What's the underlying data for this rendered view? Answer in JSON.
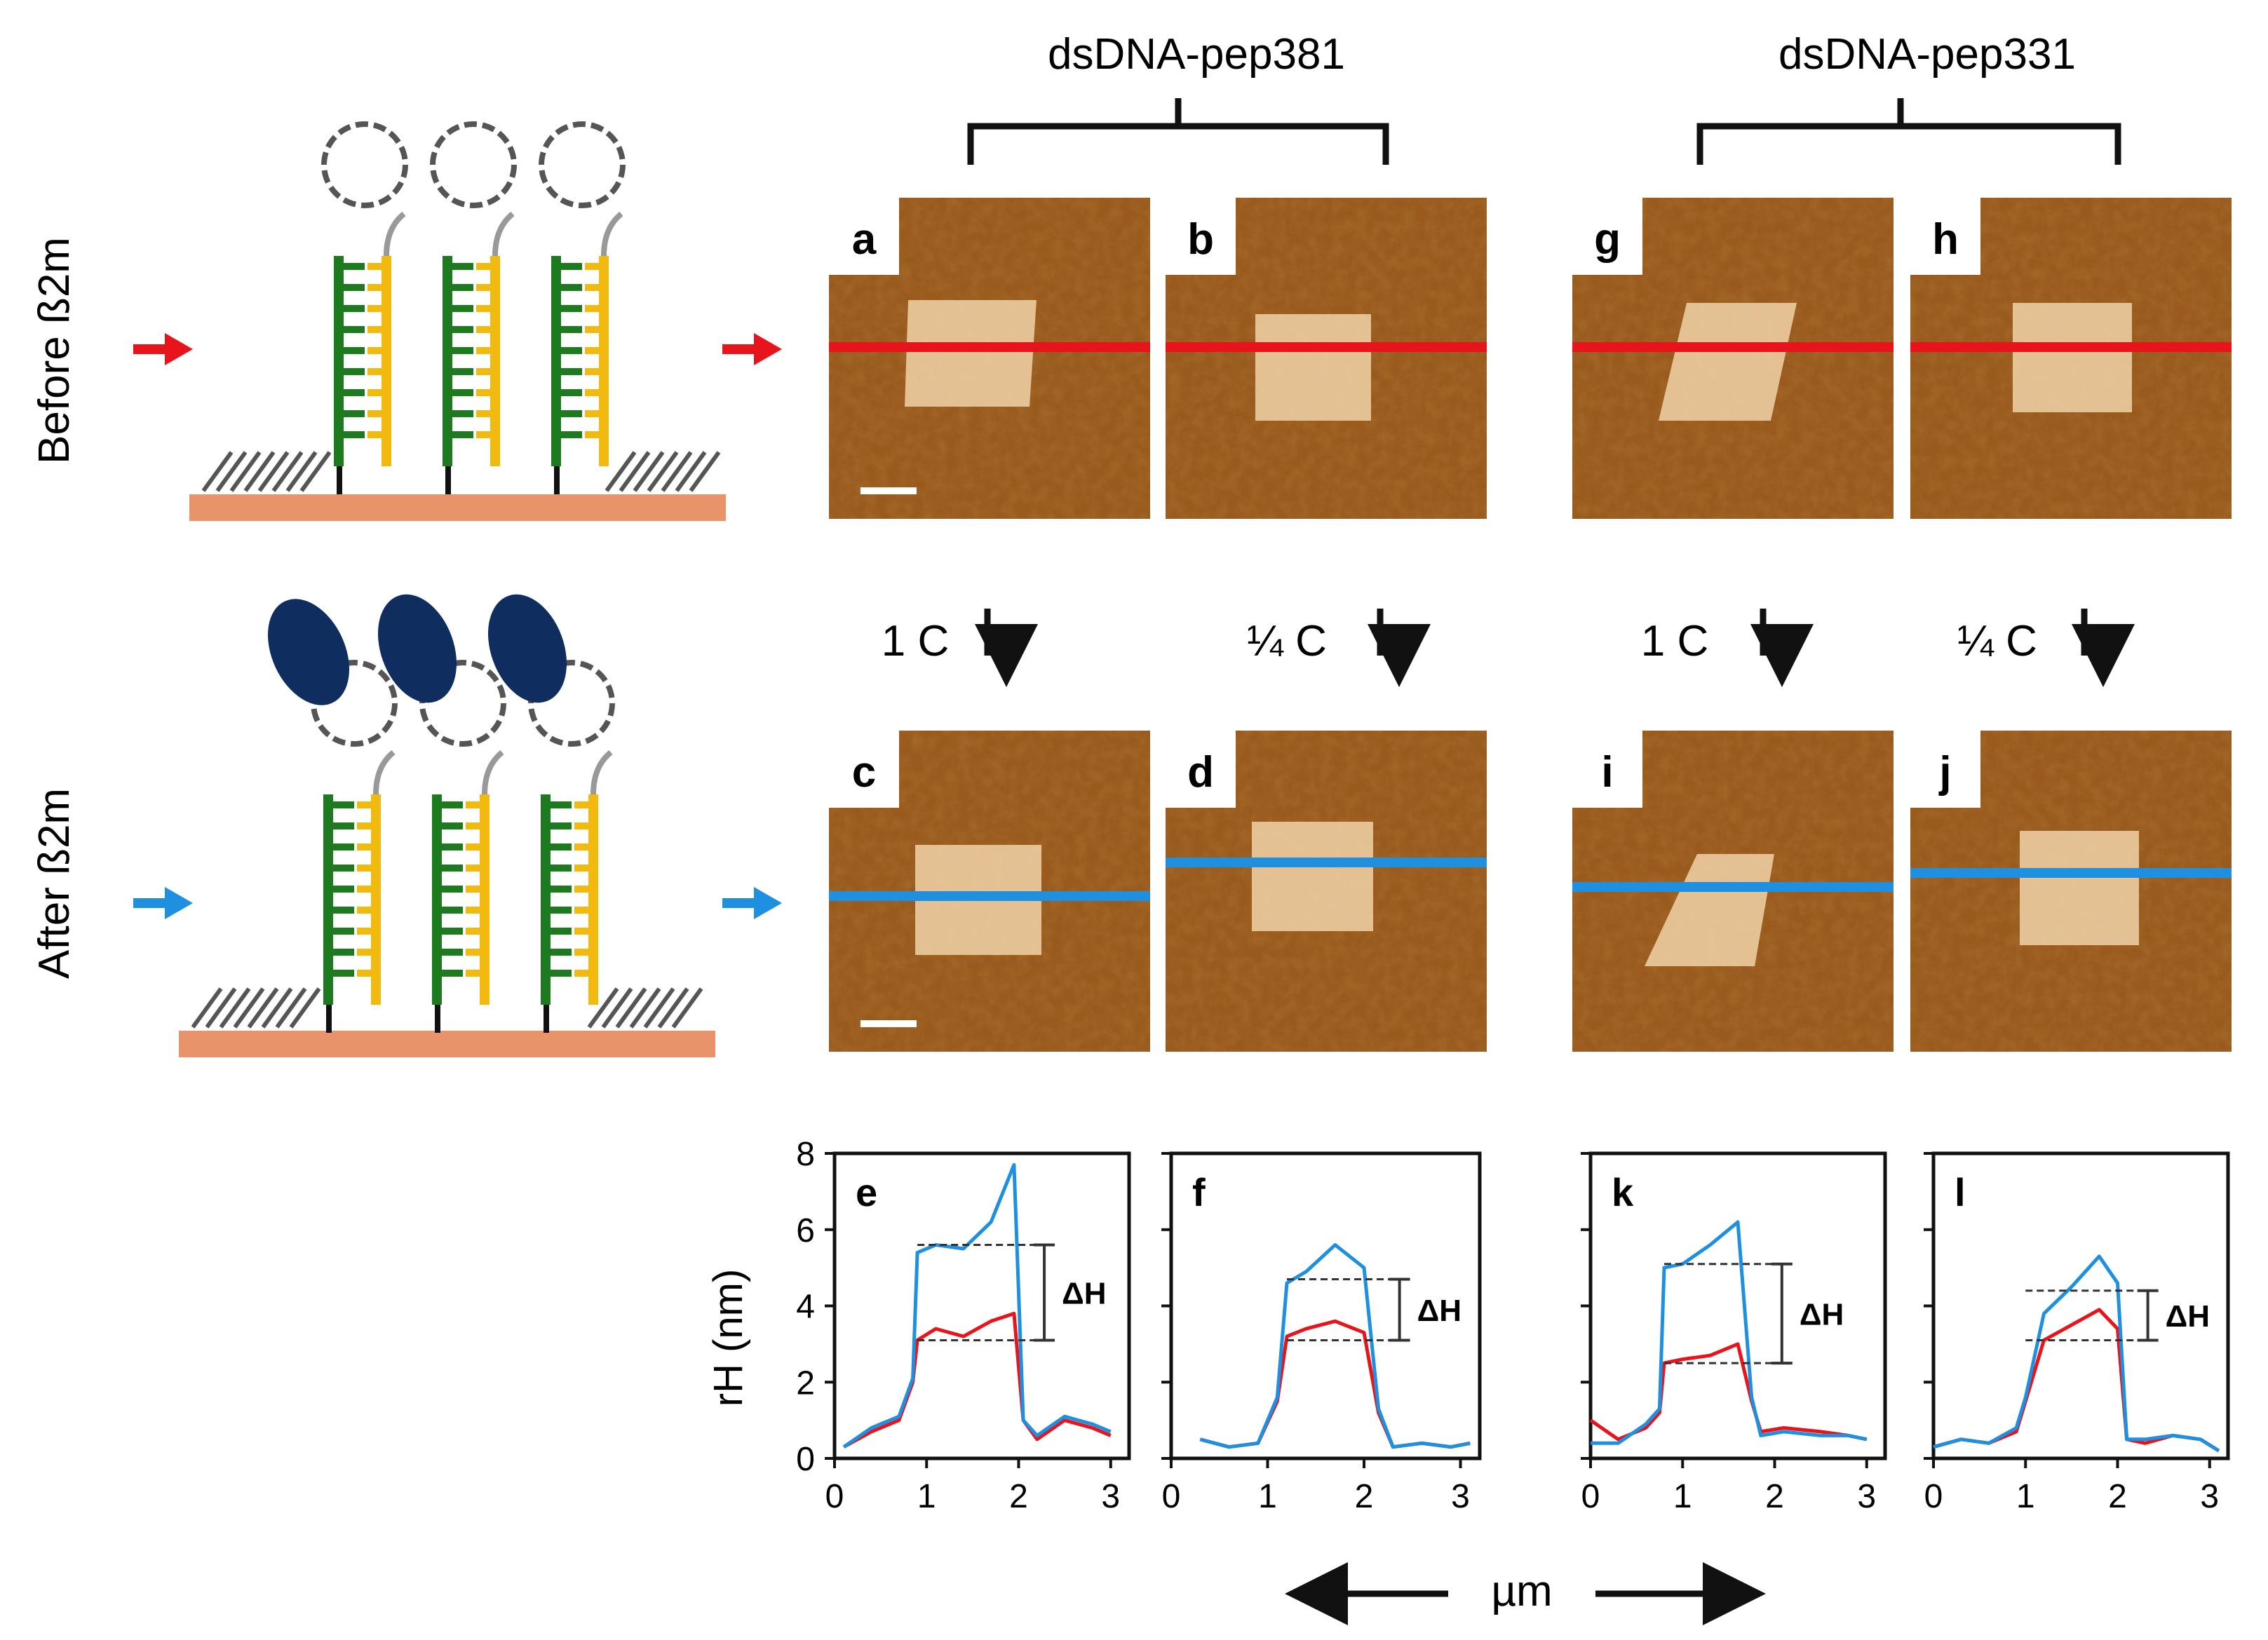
{
  "groups": [
    {
      "id": "pep381",
      "label": "dsDNA-pep381"
    },
    {
      "id": "pep331",
      "label": "dsDNA-pep331"
    }
  ],
  "row_labels": {
    "before": "Before ß2m",
    "after": "After ß2m"
  },
  "colors": {
    "before_line": "#e8141b",
    "after_line": "#1f8fe0",
    "surface": "#e8936a",
    "dna_green": "#1e7a1e",
    "dna_yellow": "#f2b90f",
    "protein": "#0f2d5e",
    "afm_bg": "#9a5a1e",
    "afm_patch": "#f1d2a8"
  },
  "afm_panels": [
    {
      "letter": "a",
      "row": "before",
      "scalebar": true
    },
    {
      "letter": "b",
      "row": "before",
      "scalebar": false
    },
    {
      "letter": "g",
      "row": "before",
      "scalebar": false
    },
    {
      "letter": "h",
      "row": "before",
      "scalebar": false
    },
    {
      "letter": "c",
      "row": "after",
      "scalebar": true
    },
    {
      "letter": "d",
      "row": "after",
      "scalebar": false
    },
    {
      "letter": "i",
      "row": "after",
      "scalebar": false
    },
    {
      "letter": "j",
      "row": "after",
      "scalebar": false
    }
  ],
  "concentrations": [
    "1 C",
    "¼ C",
    "1 C",
    "¼ C"
  ],
  "chart_data": [
    {
      "type": "line",
      "panel": "e",
      "xlim": [
        0,
        3.2
      ],
      "ylim": [
        0,
        8
      ],
      "xticks": [
        0,
        1,
        2,
        3
      ],
      "yticks": [
        0,
        2,
        4,
        6,
        8
      ],
      "ylabel": "rH (nm)",
      "annotation": "ΔH",
      "delta_levels": [
        3.1,
        5.6
      ],
      "series": [
        {
          "color": "red",
          "x": [
            0.1,
            0.4,
            0.7,
            0.85,
            0.9,
            1.1,
            1.4,
            1.7,
            1.95,
            2.05,
            2.2,
            2.5,
            2.8,
            3.0
          ],
          "y": [
            0.3,
            0.7,
            1.0,
            2.0,
            3.1,
            3.4,
            3.2,
            3.6,
            3.8,
            1.0,
            0.5,
            1.0,
            0.8,
            0.6
          ]
        },
        {
          "color": "blue",
          "x": [
            0.1,
            0.4,
            0.7,
            0.85,
            0.9,
            1.1,
            1.4,
            1.7,
            1.95,
            2.05,
            2.2,
            2.5,
            2.8,
            3.0
          ],
          "y": [
            0.3,
            0.8,
            1.1,
            2.1,
            5.4,
            5.6,
            5.5,
            6.2,
            7.7,
            1.0,
            0.6,
            1.1,
            0.9,
            0.7
          ]
        }
      ]
    },
    {
      "type": "line",
      "panel": "f",
      "xlim": [
        0,
        3.2
      ],
      "ylim": [
        0,
        8
      ],
      "xticks": [
        0,
        1,
        2,
        3
      ],
      "yticks": [
        0,
        2,
        4,
        6,
        8
      ],
      "annotation": "ΔH",
      "delta_levels": [
        3.1,
        4.7
      ],
      "series": [
        {
          "color": "red",
          "x": [
            0.3,
            0.6,
            0.9,
            1.1,
            1.2,
            1.4,
            1.7,
            2.0,
            2.15,
            2.3,
            2.6,
            2.9,
            3.1
          ],
          "y": [
            0.5,
            0.3,
            0.4,
            1.5,
            3.2,
            3.4,
            3.6,
            3.3,
            1.2,
            0.3,
            0.4,
            0.3,
            0.4
          ]
        },
        {
          "color": "blue",
          "x": [
            0.3,
            0.6,
            0.9,
            1.1,
            1.2,
            1.4,
            1.7,
            2.0,
            2.15,
            2.3,
            2.6,
            2.9,
            3.1
          ],
          "y": [
            0.5,
            0.3,
            0.4,
            1.6,
            4.6,
            4.9,
            5.6,
            5.0,
            1.3,
            0.3,
            0.4,
            0.3,
            0.4
          ]
        }
      ]
    },
    {
      "type": "line",
      "panel": "k",
      "xlim": [
        0,
        3.2
      ],
      "ylim": [
        0,
        8
      ],
      "xticks": [
        0,
        1,
        2,
        3
      ],
      "yticks": [
        0,
        2,
        4,
        6,
        8
      ],
      "annotation": "ΔH",
      "delta_levels": [
        2.5,
        5.1
      ],
      "series": [
        {
          "color": "red",
          "x": [
            0.0,
            0.3,
            0.6,
            0.75,
            0.8,
            1.0,
            1.3,
            1.6,
            1.75,
            1.85,
            2.1,
            2.5,
            2.8,
            3.0
          ],
          "y": [
            1.0,
            0.5,
            0.8,
            1.2,
            2.5,
            2.6,
            2.7,
            3.0,
            1.5,
            0.7,
            0.8,
            0.7,
            0.6,
            0.5
          ]
        },
        {
          "color": "blue",
          "x": [
            0.0,
            0.3,
            0.6,
            0.75,
            0.8,
            1.0,
            1.3,
            1.6,
            1.75,
            1.85,
            2.1,
            2.5,
            2.8,
            3.0
          ],
          "y": [
            0.4,
            0.4,
            0.9,
            1.3,
            5.0,
            5.1,
            5.6,
            6.2,
            1.6,
            0.6,
            0.7,
            0.6,
            0.6,
            0.5
          ]
        }
      ]
    },
    {
      "type": "line",
      "panel": "l",
      "xlim": [
        0,
        3.2
      ],
      "ylim": [
        0,
        8
      ],
      "xticks": [
        0,
        1,
        2,
        3
      ],
      "yticks": [
        0,
        2,
        4,
        6,
        8
      ],
      "annotation": "ΔH",
      "delta_levels": [
        3.1,
        4.4
      ],
      "series": [
        {
          "color": "red",
          "x": [
            0.0,
            0.3,
            0.6,
            0.9,
            1.0,
            1.2,
            1.5,
            1.8,
            2.0,
            2.1,
            2.3,
            2.6,
            2.9,
            3.1
          ],
          "y": [
            0.3,
            0.5,
            0.4,
            0.7,
            1.5,
            3.1,
            3.5,
            3.9,
            3.4,
            0.5,
            0.4,
            0.6,
            0.5,
            0.2
          ]
        },
        {
          "color": "blue",
          "x": [
            0.0,
            0.3,
            0.6,
            0.9,
            1.0,
            1.2,
            1.5,
            1.8,
            2.0,
            2.1,
            2.3,
            2.6,
            2.9,
            3.1
          ],
          "y": [
            0.3,
            0.5,
            0.4,
            0.8,
            1.6,
            3.8,
            4.5,
            5.3,
            4.6,
            0.5,
            0.5,
            0.6,
            0.5,
            0.2
          ]
        }
      ]
    }
  ],
  "xlabel": "µm"
}
